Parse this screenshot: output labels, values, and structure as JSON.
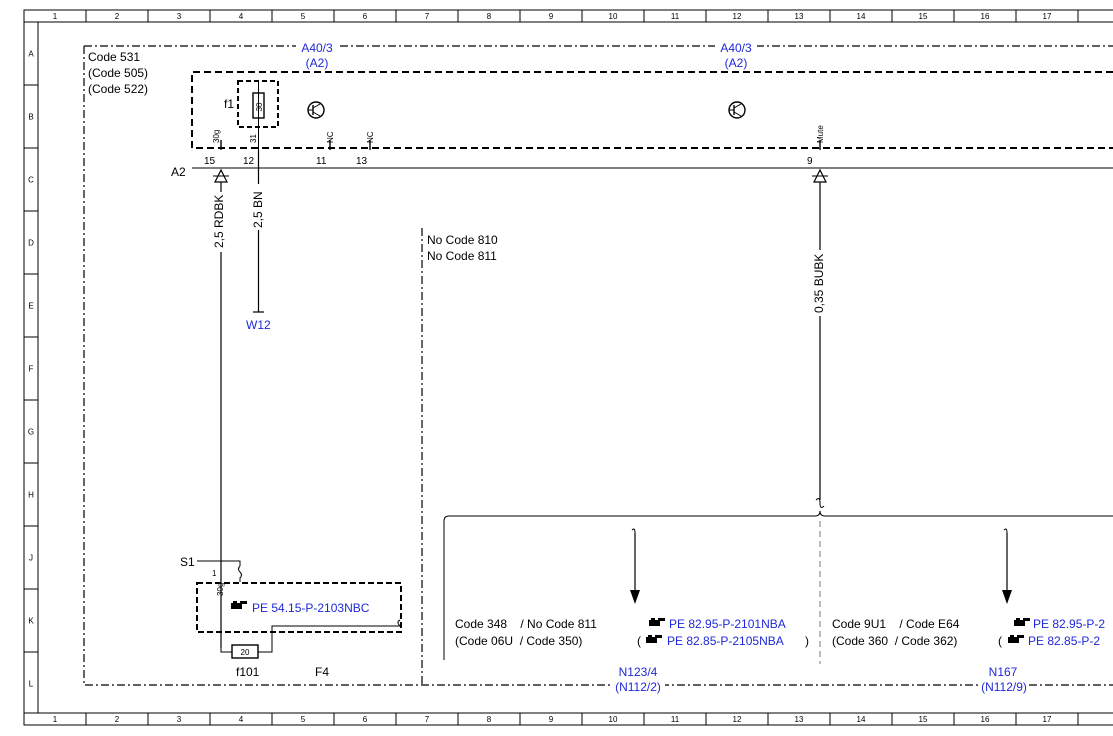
{
  "grid": {
    "cols": [
      "1",
      "2",
      "3",
      "4",
      "5",
      "6",
      "7",
      "8",
      "9",
      "10",
      "11",
      "12",
      "13",
      "14",
      "15",
      "16",
      "17"
    ],
    "rows": [
      "A",
      "B",
      "C",
      "D",
      "E",
      "F",
      "G",
      "H",
      "J",
      "K",
      "L"
    ]
  },
  "code_block": [
    "Code 531",
    "(Code 505)",
    "(Code 522)"
  ],
  "component_a40_3": {
    "left": {
      "name": "A40/3",
      "alt": "(A2)"
    },
    "right": {
      "name": "A40/3",
      "alt": "(A2)"
    }
  },
  "fuse_f1": {
    "label": "f1",
    "value": "30"
  },
  "connector": {
    "name": "A2",
    "pins": [
      "15",
      "12",
      "11",
      "13",
      "9"
    ],
    "pin_labels": [
      "30g",
      "31",
      "NC",
      "NC",
      "Mute"
    ]
  },
  "wires": {
    "rdbk": "2,5 RDBK",
    "bn": "2,5 BN",
    "bubk": "0,35 BUBK"
  },
  "ground_ref": "W12",
  "no_code_block": [
    "No  Code 810",
    "No  Code 811"
  ],
  "switch_s1": {
    "label": "S1",
    "pin": "1",
    "pin_label": "30g"
  },
  "fuse_box_ref": "PE 54.15-P-2103NBC",
  "fuse_f101": {
    "label": "f101",
    "value": "20"
  },
  "f4_label": "F4",
  "branch_n123": {
    "line1_codes": "Code 348    / No Code 811",
    "line2_codes": "(Code 06U  / Code 350)",
    "ref1": "PE 82.95-P-2101NBA",
    "ref2": "PE 82.85-P-2105NBA",
    "name": "N123/4",
    "alt": "(N112/2)"
  },
  "branch_n167": {
    "line1_codes": "Code 9U1    / Code E64",
    "line2_codes": "(Code 360  / Code 362)",
    "ref1": "PE 82.95-P-2",
    "ref2": "PE 82.85-P-2",
    "name": "N167",
    "alt": "(N112/9)"
  },
  "colors": {
    "link": "#1f28d8",
    "line": "#000000",
    "dashed_gray": "#777777"
  }
}
